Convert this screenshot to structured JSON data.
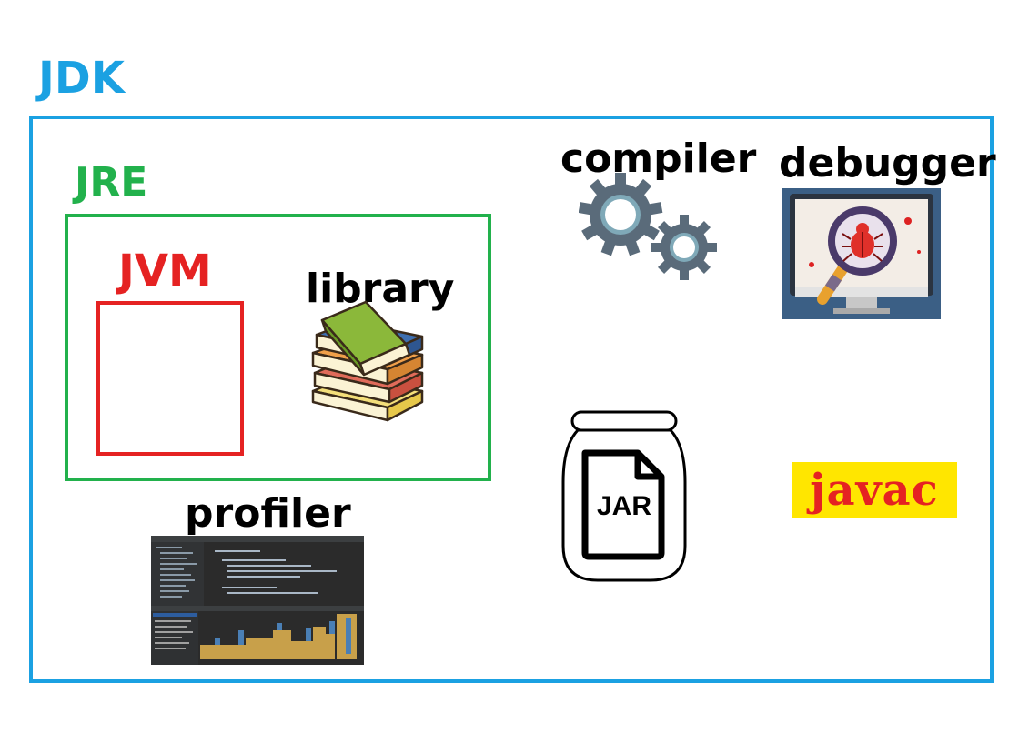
{
  "jdk": {
    "title": "JDK",
    "color": "#1ba1e2"
  },
  "jre": {
    "title": "JRE",
    "color": "#22b14c"
  },
  "jvm": {
    "title": "JVM",
    "color": "#e52222"
  },
  "components": {
    "library": "library",
    "compiler": "compiler",
    "debugger": "debugger",
    "profiler": "profiler",
    "javac": "javac",
    "jar": "JAR"
  },
  "icons": {
    "library": "books-icon",
    "compiler": "gears-icon",
    "debugger": "bug-magnifier-monitor-icon",
    "profiler": "profiler-ide-screenshot",
    "jar": "jar-file-icon"
  }
}
